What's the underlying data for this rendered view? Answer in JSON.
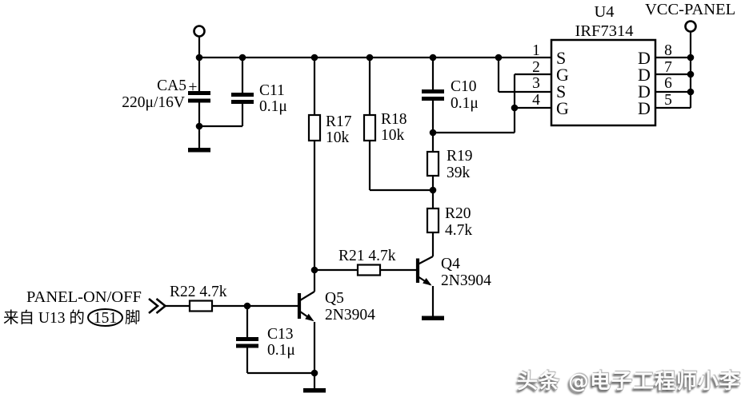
{
  "watermark": "头条 @电子工程师小李",
  "net_labels": {
    "vcc": "VCC-PANEL",
    "panel_on_off": "PANEL-ON/OFF",
    "source_prefix": "来自 U13 的",
    "source_pin": "151",
    "source_suffix": "脚"
  },
  "chip": {
    "designator": "U4",
    "part": "IRF7314",
    "left_pins": [
      {
        "num": "1",
        "label": "S"
      },
      {
        "num": "2",
        "label": "G"
      },
      {
        "num": "3",
        "label": "S"
      },
      {
        "num": "4",
        "label": "G"
      }
    ],
    "right_pins": [
      {
        "num": "8",
        "label": "D"
      },
      {
        "num": "7",
        "label": "D"
      },
      {
        "num": "6",
        "label": "D"
      },
      {
        "num": "5",
        "label": "D"
      }
    ]
  },
  "components": {
    "ca5": {
      "name": "CA5",
      "polarity": "+",
      "value": "220μ/16V"
    },
    "c11": {
      "name": "C11",
      "value": "0.1μ"
    },
    "c10": {
      "name": "C10",
      "value": "0.1μ"
    },
    "c13": {
      "name": "C13",
      "value": "0.1μ"
    },
    "r17": {
      "name": "R17",
      "value": "10k"
    },
    "r18": {
      "name": "R18",
      "value": "10k"
    },
    "r19": {
      "name": "R19",
      "value": "39k"
    },
    "r20": {
      "name": "R20",
      "value": "4.7k"
    },
    "r21": {
      "label": "R21 4.7k"
    },
    "r22": {
      "label": "R22 4.7k"
    },
    "q4": {
      "name": "Q4",
      "value": "2N3904"
    },
    "q5": {
      "name": "Q5",
      "value": "2N3904"
    }
  },
  "colors": {
    "wire": "#000000",
    "background": "#ffffff",
    "watermark_text": "#fbfbfb"
  }
}
